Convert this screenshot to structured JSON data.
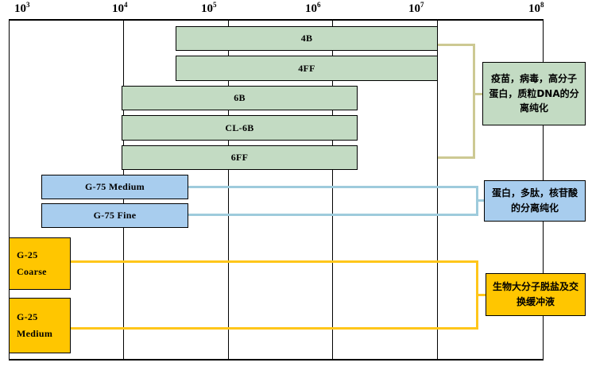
{
  "chart_data": {
    "type": "bar",
    "title": "",
    "subtitle": "",
    "xlabel": "",
    "ylabel": "",
    "scale": "log",
    "grid": true,
    "legend_position": "right",
    "axis": {
      "position": "top",
      "ticks": [
        {
          "label_base": "10",
          "label_exp": "3",
          "value": 1000,
          "x": 11
        },
        {
          "label_base": "10",
          "label_exp": "4",
          "value": 10000,
          "x": 155
        },
        {
          "label_base": "10",
          "label_exp": "5",
          "value": 100000,
          "x": 287
        },
        {
          "label_base": "10",
          "label_exp": "6",
          "value": 1000000,
          "x": 418
        },
        {
          "label_base": "10",
          "label_exp": "7",
          "value": 10000000,
          "x": 550
        },
        {
          "label_base": "10",
          "label_exp": "8",
          "value": 100000000,
          "x": 683
        }
      ],
      "xlim": [
        1000,
        100000000
      ]
    },
    "groups": [
      {
        "name": "agarose",
        "color": "#c3dbc3",
        "connector_color": "#cdc993",
        "note": "疫苗，病毒，高分子蛋白，质粒DNA的分离纯化",
        "series": [
          {
            "name": "4B",
            "x_start": 60000,
            "x_end": 20000000
          },
          {
            "name": "4FF",
            "x_start": 60000,
            "x_end": 20000000
          },
          {
            "name": "6B",
            "x_start": 10000,
            "x_end": 4000000
          },
          {
            "name": "CL-6B",
            "x_start": 10000,
            "x_end": 4000000
          },
          {
            "name": "6FF",
            "x_start": 10000,
            "x_end": 4000000
          }
        ]
      },
      {
        "name": "sephadex-g75",
        "color": "#a8cdee",
        "connector_color": "#9ecbdc",
        "note": "蛋白，多肽，核苷酸的分离纯化",
        "series": [
          {
            "name": "G-75 Medium",
            "x_start": 3000,
            "x_end": 80000
          },
          {
            "name": "G-75 Fine",
            "x_start": 3000,
            "x_end": 80000
          }
        ]
      },
      {
        "name": "sephadex-g25",
        "color": "#ffc600",
        "connector_color": "#ffc61a",
        "note": "生物大分子脱盐及交换缓冲液",
        "series": [
          {
            "name": "G-25 Coarse",
            "name_line1": "G-25",
            "name_line2": "Coarse",
            "x_start": 1000,
            "x_end": 5000
          },
          {
            "name": "G-25 Medium",
            "name_line1": "G-25",
            "name_line2": "Medium",
            "x_start": 1000,
            "x_end": 5000
          }
        ]
      }
    ]
  },
  "axis": {
    "t0": {
      "base": "10",
      "exp": "3"
    },
    "t1": {
      "base": "10",
      "exp": "4"
    },
    "t2": {
      "base": "10",
      "exp": "5"
    },
    "t3": {
      "base": "10",
      "exp": "6"
    },
    "t4": {
      "base": "10",
      "exp": "7"
    },
    "t5": {
      "base": "10",
      "exp": "8"
    }
  },
  "bars": {
    "b4b": "4B",
    "b4ff": "4FF",
    "b6b": "6B",
    "bcl6b": "CL-6B",
    "b6ff": "6FF",
    "g75medium": "G-75 Medium",
    "g75fine": "G-75 Fine",
    "g25coarse_l1": "G-25",
    "g25coarse_l2": "Coarse",
    "g25medium_l1": "G-25",
    "g25medium_l2": "Medium"
  },
  "callouts": {
    "green": "疫苗，病毒，高分子蛋白，质粒DNA的分离纯化",
    "blue": "蛋白，多肽，核苷酸的分离纯化",
    "yellow": "生物大分子脱盐及交换缓冲液"
  },
  "colors": {
    "green_fill": "#c3dbc3",
    "blue_fill": "#a8cdee",
    "yellow_fill": "#ffc600",
    "green_connector": "#cdc993",
    "blue_connector": "#9ecbdc",
    "yellow_connector": "#ffc61a",
    "outline": "#000000"
  }
}
